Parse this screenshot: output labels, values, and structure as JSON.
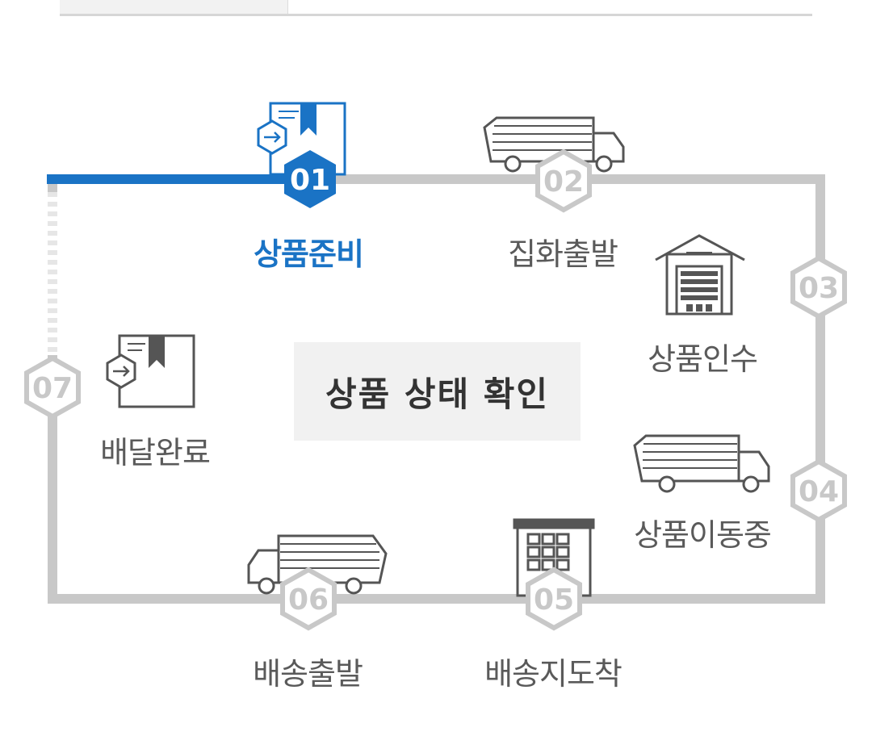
{
  "title": "상품 상태 확인",
  "colors": {
    "active": "#1a73c5",
    "track": "#c8c8c8",
    "badge": "#c8c8c8",
    "label": "#5a5a5a"
  },
  "steps": [
    {
      "num": "01",
      "label": "상품준비",
      "icon": "package-box-icon",
      "active": true
    },
    {
      "num": "02",
      "label": "집화출발",
      "icon": "truck-icon",
      "active": false
    },
    {
      "num": "03",
      "label": "상품인수",
      "icon": "warehouse-icon",
      "active": false
    },
    {
      "num": "04",
      "label": "상품이동중",
      "icon": "truck-icon",
      "active": false
    },
    {
      "num": "05",
      "label": "배송지도착",
      "icon": "building-icon",
      "active": false
    },
    {
      "num": "06",
      "label": "배송출발",
      "icon": "truck-icon",
      "active": false
    },
    {
      "num": "07",
      "label": "배달완료",
      "icon": "package-box-icon",
      "active": false
    }
  ]
}
